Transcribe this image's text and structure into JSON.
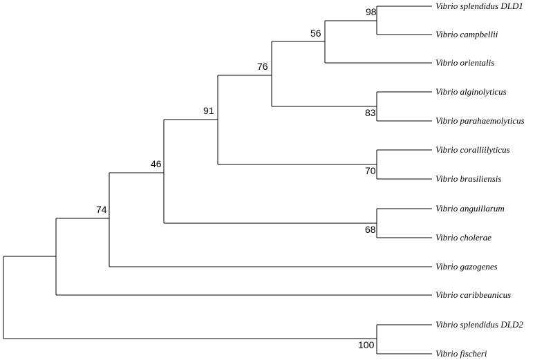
{
  "tree": {
    "taxa": [
      {
        "id": "t1",
        "label": "Vibrio splendidus DLD1"
      },
      {
        "id": "t2",
        "label": "Vibrio campbellii"
      },
      {
        "id": "t3",
        "label": "Vibrio orientalis"
      },
      {
        "id": "t4",
        "label": "Vibrio alginolyticus"
      },
      {
        "id": "t5",
        "label": "Vibrio parahaemolyticus"
      },
      {
        "id": "t6",
        "label": "Vibrio coralliilyticus"
      },
      {
        "id": "t7",
        "label": "Vibrio brasiliensis"
      },
      {
        "id": "t8",
        "label": "Vibrio anguillarum"
      },
      {
        "id": "t9",
        "label": "Vibrio cholerae"
      },
      {
        "id": "t10",
        "label": "Vibrio gazogenes"
      },
      {
        "id": "t11",
        "label": "Vibrio caribbeanicus"
      },
      {
        "id": "t12",
        "label": "Vibrio splendidus DLD2"
      },
      {
        "id": "t13",
        "label": "Vibrio fischeri"
      }
    ],
    "bootstrap": [
      {
        "id": "b98",
        "value": "98"
      },
      {
        "id": "b56",
        "value": "56"
      },
      {
        "id": "b76",
        "value": "76"
      },
      {
        "id": "b83",
        "value": "83"
      },
      {
        "id": "b91",
        "value": "91"
      },
      {
        "id": "b70",
        "value": "70"
      },
      {
        "id": "b46",
        "value": "46"
      },
      {
        "id": "b68",
        "value": "68"
      },
      {
        "id": "b74",
        "value": "74"
      },
      {
        "id": "b100",
        "value": "100"
      }
    ]
  }
}
